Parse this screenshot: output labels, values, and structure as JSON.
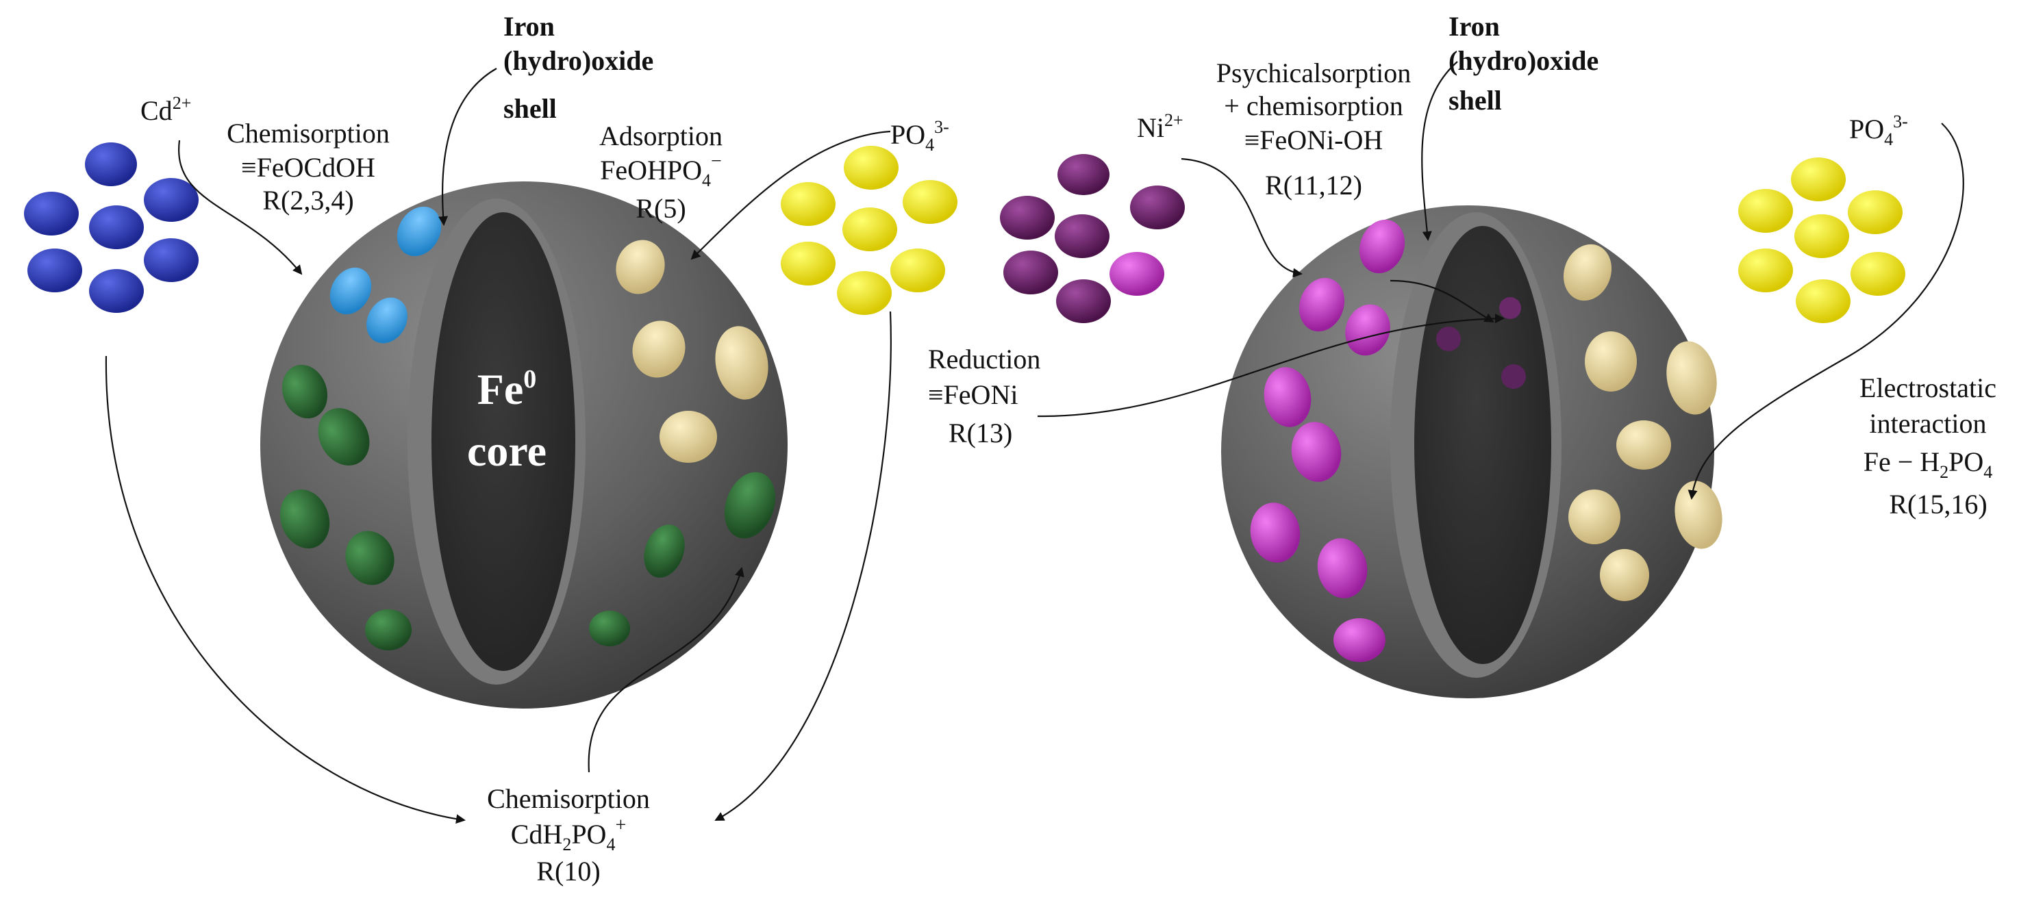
{
  "colors": {
    "sphere": "#6b6b6b",
    "core": "#2e2e2e",
    "cadmium": "#2a37a8",
    "cd_bound": "#3aa5e8",
    "nickel": "#6a1f6a",
    "ni_bound": "#c040c4",
    "phosphate": "#f2e200",
    "phosphate_bound": "#e8d79a",
    "cd_phosphate": "#2f6f35"
  },
  "left_particle": {
    "core": {
      "symbol": "Fe",
      "superscript": "0",
      "word": "core"
    },
    "cd_ion": {
      "base": "Cd",
      "sup": "2+"
    },
    "shell": {
      "line1": "Iron",
      "line2": "(hydro)oxide",
      "line3": "shell"
    },
    "chemisorption_cd": {
      "title": "Chemisorption",
      "formula": "≡FeOCdOH",
      "ref": "R(2,3,4)"
    },
    "phosphate_ion": {
      "base": "PO",
      "sub": "4",
      "sup": "3-"
    },
    "adsorption": {
      "title": "Adsorption",
      "formula_base": "FeOHPO",
      "formula_sub": "4",
      "formula_sup": "−",
      "ref": "R(5)"
    },
    "chemisorption_cdp": {
      "title": "Chemisorption",
      "f1": "CdH",
      "f1_sub": "2",
      "f2": "PO",
      "f2_sub": "4",
      "f2_sup": "+",
      "ref": "R(10)"
    }
  },
  "right_particle": {
    "ni_ion": {
      "base": "Ni",
      "sup": "2+"
    },
    "shell": {
      "line1": "Iron",
      "line2": "(hydro)oxide",
      "line3": "shell"
    },
    "physchem": {
      "title": "Psychicalsorption",
      "plus": "+ chemisorption",
      "formula": "≡FeONi-OH",
      "ref": "R(11,12)"
    },
    "reduction": {
      "title": "Reduction",
      "formula": "≡FeONi",
      "ref": "R(13)"
    },
    "phosphate_ion": {
      "base": "PO",
      "sub": "4",
      "sup": "3-"
    },
    "electrostatic": {
      "line1": "Electrostatic",
      "line2": "interaction",
      "f_base": "Fe − H",
      "f_sub": "2",
      "f_mid": "PO",
      "f_sub2": "4",
      "ref": "R(15,16)"
    }
  }
}
